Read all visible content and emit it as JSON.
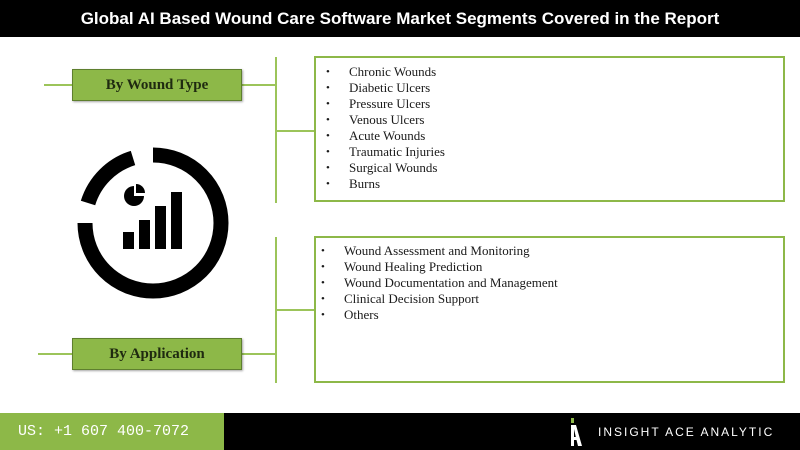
{
  "header": {
    "title": "Global AI Based Wound Care Software Market Segments Covered in the Report"
  },
  "segments": [
    {
      "label": "By Wound Type",
      "items": [
        "Chronic Wounds",
        "Diabetic Ulcers",
        "Pressure Ulcers",
        "Venous Ulcers",
        "Acute Wounds",
        "Traumatic Injuries",
        "Surgical Wounds",
        "Burns"
      ]
    },
    {
      "label": "By Application",
      "items": [
        "Wound Assessment and Monitoring",
        "Wound Healing Prediction",
        "Wound Documentation and Management",
        "Clinical Decision Support",
        "Others"
      ]
    }
  ],
  "bullet_char": "•",
  "footer": {
    "phone": "US: +1 607 400-7072",
    "brand": "INSIGHT ACE ANALYTIC"
  },
  "icons": {
    "emblem": "analytics-chart-icon",
    "logo": "insight-ace-logo-icon"
  },
  "colors": {
    "accent": "#8db848",
    "header_bg": "#000000"
  }
}
